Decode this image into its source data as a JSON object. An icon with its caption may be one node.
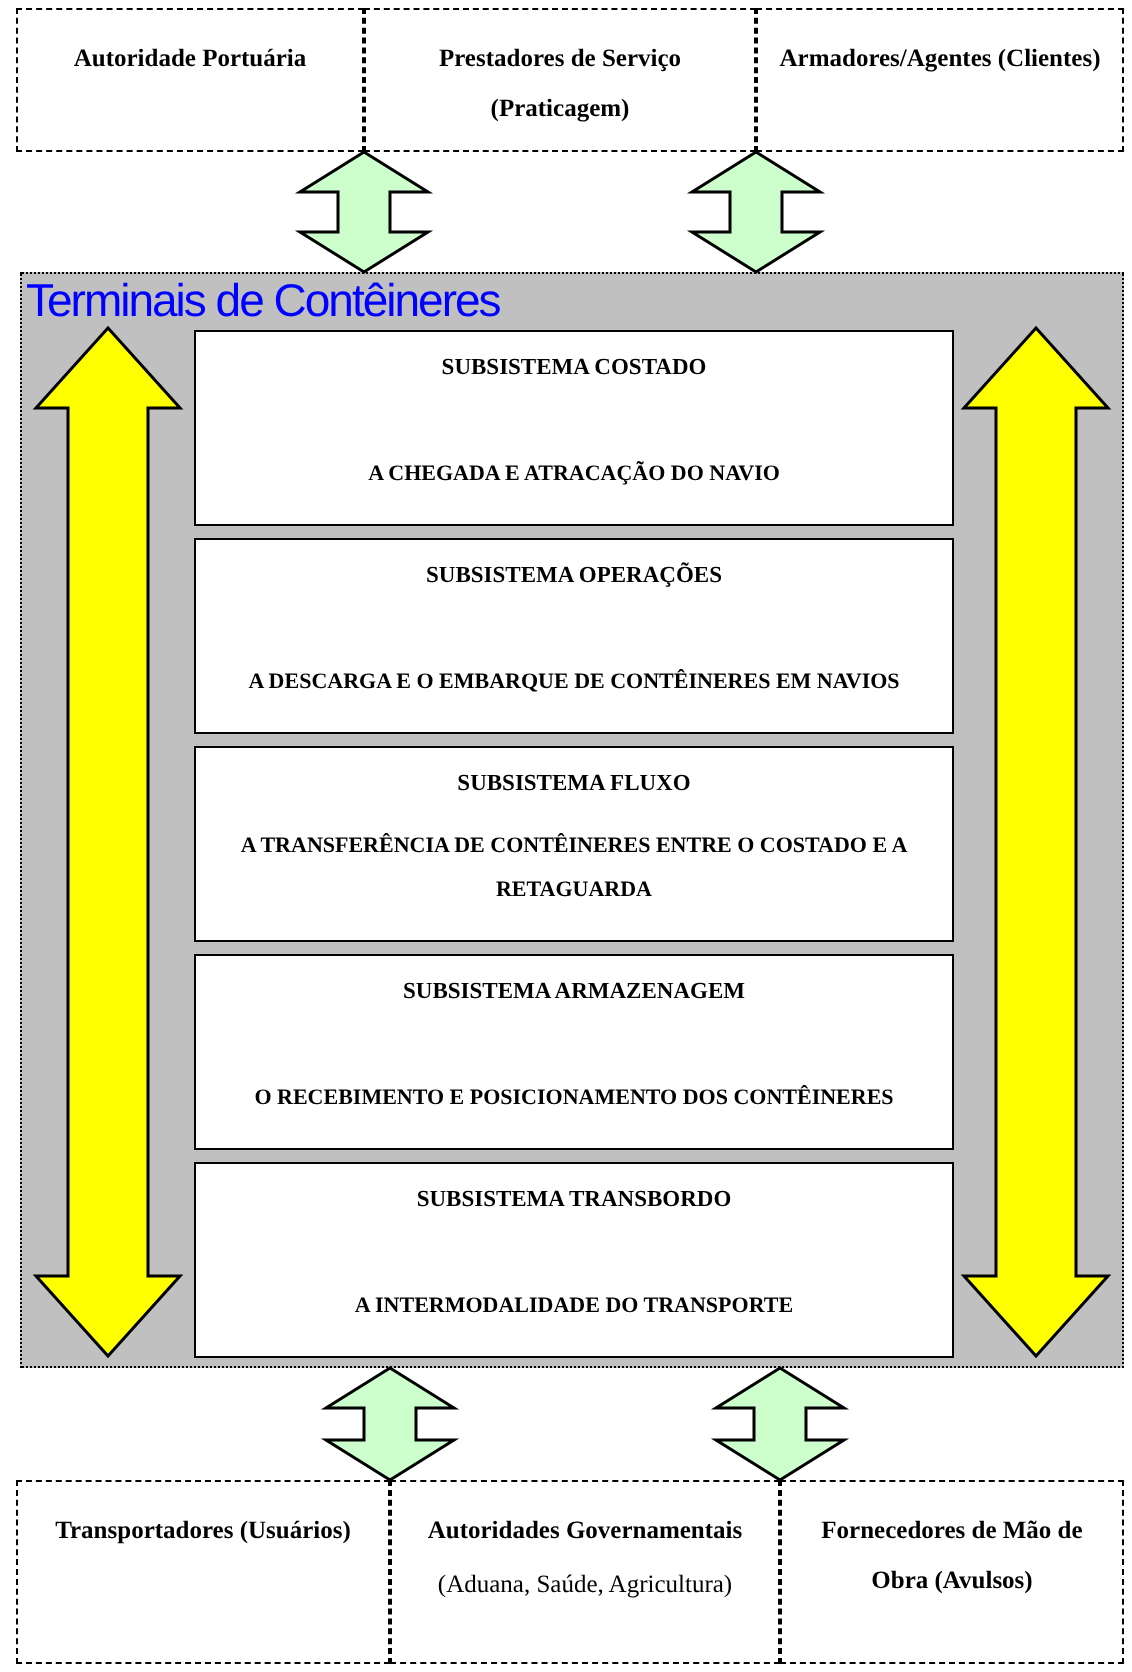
{
  "diagram": {
    "nodes": [
      {
        "text": [
          "Autoridade Portuária"
        ]
      },
      {
        "text": [
          "Prestadores de Serviço (Praticagem)"
        ]
      },
      {
        "text": [
          "Armadores/Agentes (Clientes)"
        ]
      },
      {
        "text": [
          "Terminais de Contêineres"
        ]
      },
      {
        "text": [
          "SUBSISTEMA COSTADO",
          "A CHEGADA E ATRACAÇÃO DO NAVIO"
        ],
        "in": 3
      },
      {
        "text": [
          "SUBSISTEMA OPERAÇÕES",
          "A DESCARGA E O EMBARQUE DE CONTÊINERES EM NAVIOS"
        ],
        "in": 3
      },
      {
        "text": [
          "SUBSISTEMA FLUXO",
          "A TRANSFERÊNCIA DE CONTÊINERES ENTRE O COSTADO E A RETAGUARDA"
        ],
        "in": 3
      },
      {
        "text": [
          "SUBSISTEMA ARMAZENAGEM",
          "O RECEBIMENTO E POSICIONAMENTO DOS CONTÊINERES"
        ],
        "in": 3
      },
      {
        "text": [
          "SUBSISTEMA TRANSBORDO",
          "A INTERMODALIDADE DO TRANSPORTE"
        ],
        "in": 3
      },
      {
        "text": [
          "Transportadores (Usuários)"
        ]
      },
      {
        "text": [
          "Autoridades Governamentais",
          "(Aduana, Saúde, Agricultura)"
        ]
      },
      {
        "text": [
          "Fornecedores de Mão de Obra (Avulsos)"
        ]
      }
    ],
    "edges": [
      {
        "from": 0,
        "to": 3,
        "arrow": "both"
      },
      {
        "from": 1,
        "to": 3,
        "arrow": "both"
      },
      {
        "from": 4,
        "to": 8,
        "arrow": "both",
        "color": "#ffff00"
      },
      {
        "from": 4,
        "to": 8,
        "arrow": "both",
        "color": "#ffff00"
      },
      {
        "from": 3,
        "to": 9,
        "arrow": "both"
      },
      {
        "from": 3,
        "to": 10,
        "arrow": "both"
      }
    ]
  }
}
